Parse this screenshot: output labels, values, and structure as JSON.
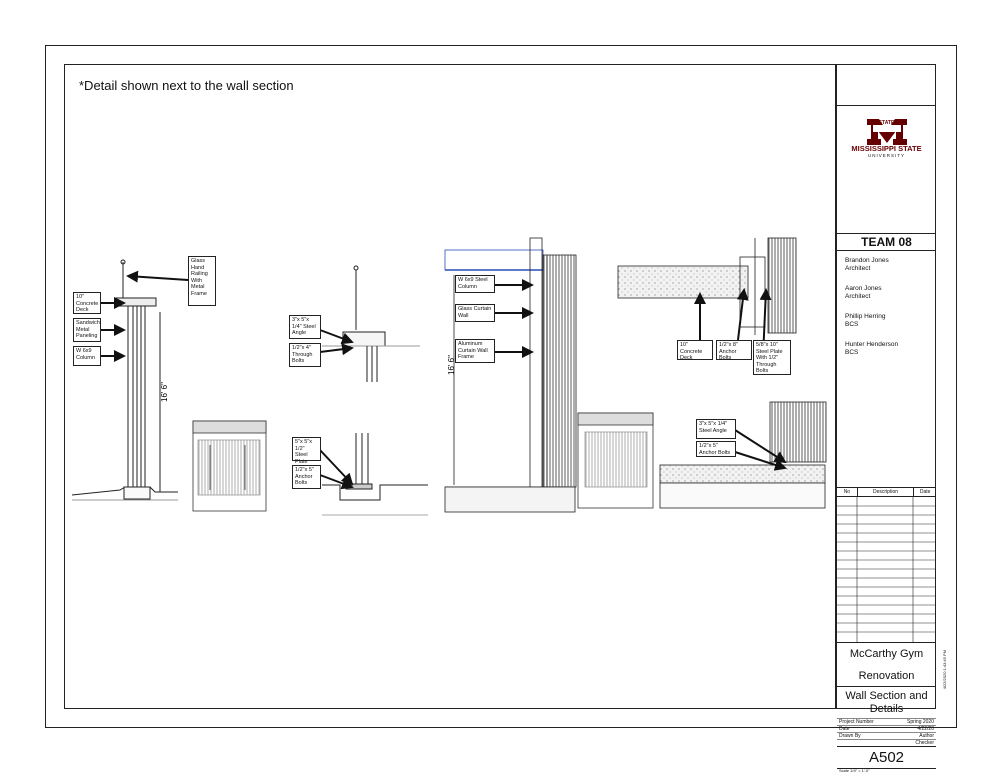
{
  "note": "*Detail shown next to the wall section",
  "dimension": "16' 6\"",
  "labels": {
    "glass_rail": "Glass Hand Railing With Metal Frame",
    "concrete_deck_left": "10\" Concrete Deck",
    "sandwich_panel": "Sandwich Metal Paneling",
    "w6x9_column_left": "W 6x9 Column",
    "steel_angle_top": "3\"x 5\"x 1/4\" Steel Angle",
    "through_bolts": "1/2\"x 4\" Through Bolts",
    "steel_plate_left": "5\"x 5\"x 1/2\" Steel Plate",
    "anchor_bolts_left": "1/2\"x 5\" Anchor Bolts",
    "w6x9_steel_column": "W 6x9 Steel Column",
    "glass_curtain_wall": "Glass Curtain Wall",
    "aluminum_frame": "Aluminum Curtain Wall Frame",
    "concrete_deck_right": "10\" Concrete Deck",
    "anchor_bolts_8": "1/2\"x 8\" Anchor Bolts",
    "steel_plate_right": "5/8\"x 10\" Steel Plate With 1/2\" Through Bolts",
    "steel_angle_bottom": "3\"x 5\"x 1/4\" Steel Angle",
    "anchor_bolts_bottom": "1/2\"x 5\" Anchor Bolts"
  },
  "title_block": {
    "logo_top": "STATE",
    "logo_name": "MISSISSIPPI STATE",
    "logo_sub": "UNIVERSITY",
    "team": "TEAM 08",
    "people": [
      {
        "name": "Brandon Jones",
        "role": "Architect"
      },
      {
        "name": "Aaron Jones",
        "role": "Architect"
      },
      {
        "name": "Phillip Herring",
        "role": "BCS"
      },
      {
        "name": "Hunter Henderson",
        "role": "BCS"
      }
    ],
    "rev_headers": [
      "No",
      "Description",
      "Date"
    ],
    "project_line1": "McCarthy Gym",
    "project_line2": "Renovation",
    "sheet_title": "Wall Section and Details",
    "meta": [
      {
        "k": "Project Number",
        "v": "Spring 2020"
      },
      {
        "k": "Date",
        "v": "4/22/20"
      },
      {
        "k": "Drawn By",
        "v": "Author"
      },
      {
        "k": "",
        "v": "Checker"
      }
    ],
    "sheet_number": "A502",
    "scale": "Scale 1/4\" = 1'-0\"",
    "stamp": "4/22/2020 1:43:45 PM"
  },
  "colors": {
    "line": "#222222",
    "blue": "#2a4fb8",
    "maroon": "#660000"
  }
}
